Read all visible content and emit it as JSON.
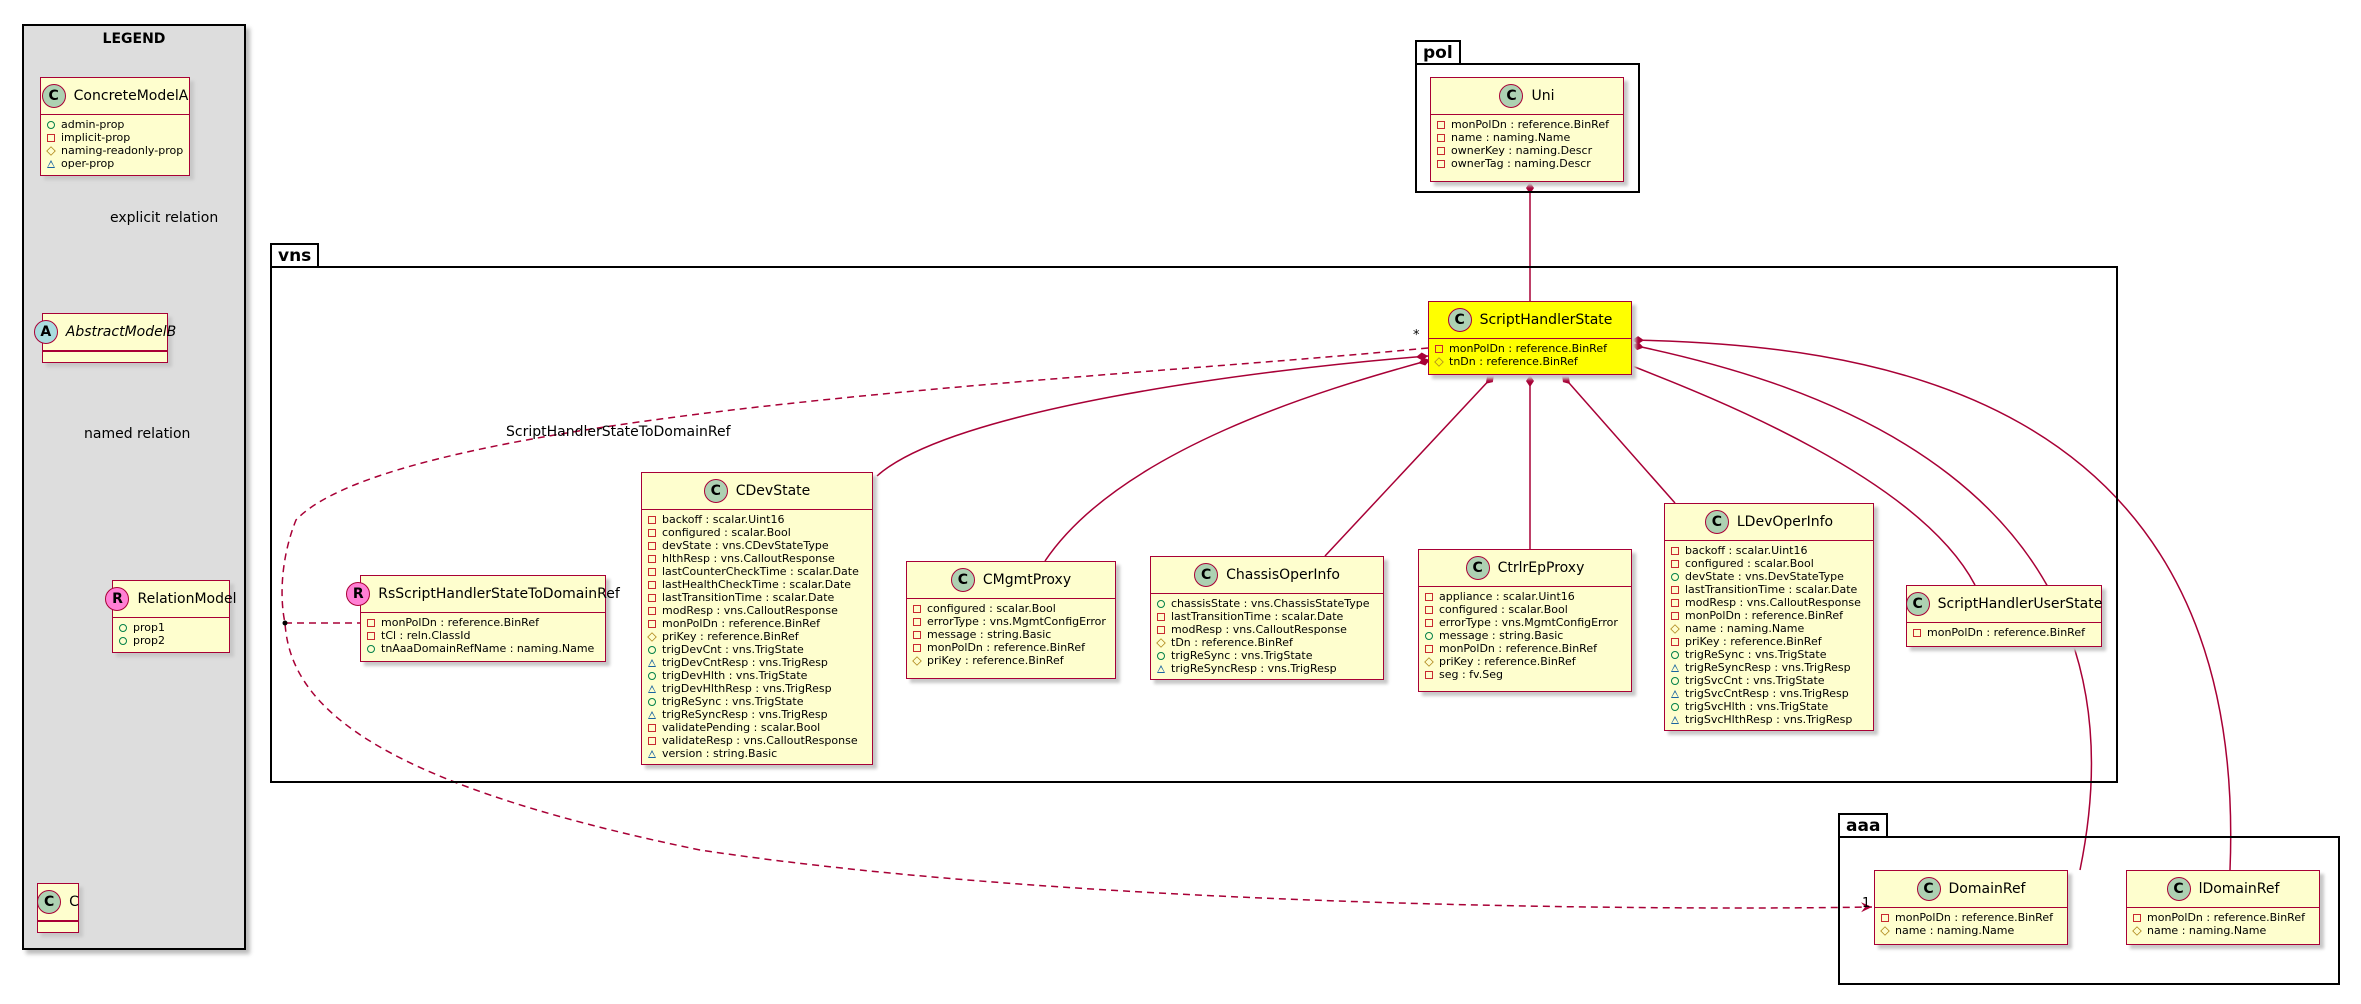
{
  "legend": {
    "title": "LEGEND",
    "relation_explicit": "explicit relation",
    "relation_named": "named relation",
    "classes": {
      "concrete": {
        "name": "ConcreteModelA",
        "attrs": [
          {
            "vis": "public",
            "text": "admin-prop"
          },
          {
            "vis": "private",
            "text": "implicit-prop"
          },
          {
            "vis": "protected",
            "text": "naming-readonly-prop"
          },
          {
            "vis": "package",
            "text": "oper-prop"
          }
        ]
      },
      "abstract": {
        "name": "AbstractModelB"
      },
      "relation": {
        "name": "RelationModel",
        "attrs": [
          {
            "vis": "public",
            "text": "prop1"
          },
          {
            "vis": "public",
            "text": "prop2"
          }
        ]
      },
      "c": {
        "name": "C"
      }
    }
  },
  "packages": {
    "pol": "pol",
    "vns": "vns",
    "aaa": "aaa"
  },
  "classes": {
    "uni": {
      "name": "Uni",
      "attrs": [
        {
          "vis": "private",
          "text": "monPolDn : reference.BinRef"
        },
        {
          "vis": "private",
          "text": "name : naming.Name"
        },
        {
          "vis": "private",
          "text": "ownerKey : naming.Descr"
        },
        {
          "vis": "private",
          "text": "ownerTag : naming.Descr"
        }
      ]
    },
    "scriptHandlerState": {
      "name": "ScriptHandlerState",
      "attrs": [
        {
          "vis": "private",
          "text": "monPolDn : reference.BinRef"
        },
        {
          "vis": "protected",
          "text": "tnDn : reference.BinRef"
        }
      ]
    },
    "cDevState": {
      "name": "CDevState",
      "attrs": [
        {
          "vis": "private",
          "text": "backoff : scalar.Uint16"
        },
        {
          "vis": "private",
          "text": "configured : scalar.Bool"
        },
        {
          "vis": "private",
          "text": "devState : vns.CDevStateType"
        },
        {
          "vis": "private",
          "text": "hlthResp : vns.CalloutResponse"
        },
        {
          "vis": "private",
          "text": "lastCounterCheckTime : scalar.Date"
        },
        {
          "vis": "private",
          "text": "lastHealthCheckTime : scalar.Date"
        },
        {
          "vis": "private",
          "text": "lastTransitionTime : scalar.Date"
        },
        {
          "vis": "private",
          "text": "modResp : vns.CalloutResponse"
        },
        {
          "vis": "private",
          "text": "monPolDn : reference.BinRef"
        },
        {
          "vis": "protected",
          "text": "priKey : reference.BinRef"
        },
        {
          "vis": "public",
          "text": "trigDevCnt : vns.TrigState"
        },
        {
          "vis": "package",
          "text": "trigDevCntResp : vns.TrigResp"
        },
        {
          "vis": "public",
          "text": "trigDevHlth : vns.TrigState"
        },
        {
          "vis": "package",
          "text": "trigDevHlthResp : vns.TrigResp"
        },
        {
          "vis": "public",
          "text": "trigReSync : vns.TrigState"
        },
        {
          "vis": "package",
          "text": "trigReSyncResp : vns.TrigResp"
        },
        {
          "vis": "private",
          "text": "validatePending : scalar.Bool"
        },
        {
          "vis": "private",
          "text": "validateResp : vns.CalloutResponse"
        },
        {
          "vis": "package",
          "text": "version : string.Basic"
        }
      ]
    },
    "cMgmtProxy": {
      "name": "CMgmtProxy",
      "attrs": [
        {
          "vis": "private",
          "text": "configured : scalar.Bool"
        },
        {
          "vis": "private",
          "text": "errorType : vns.MgmtConfigError"
        },
        {
          "vis": "private",
          "text": "message : string.Basic"
        },
        {
          "vis": "private",
          "text": "monPolDn : reference.BinRef"
        },
        {
          "vis": "protected",
          "text": "priKey : reference.BinRef"
        }
      ]
    },
    "chassisOperInfo": {
      "name": "ChassisOperInfo",
      "attrs": [
        {
          "vis": "public",
          "text": "chassisState : vns.ChassisStateType"
        },
        {
          "vis": "private",
          "text": "lastTransitionTime : scalar.Date"
        },
        {
          "vis": "private",
          "text": "modResp : vns.CalloutResponse"
        },
        {
          "vis": "protected",
          "text": "tDn : reference.BinRef"
        },
        {
          "vis": "public",
          "text": "trigReSync : vns.TrigState"
        },
        {
          "vis": "package",
          "text": "trigReSyncResp : vns.TrigResp"
        }
      ]
    },
    "ctrlrEpProxy": {
      "name": "CtrlrEpProxy",
      "attrs": [
        {
          "vis": "private",
          "text": "appliance : scalar.Uint16"
        },
        {
          "vis": "private",
          "text": "configured : scalar.Bool"
        },
        {
          "vis": "private",
          "text": "errorType : vns.MgmtConfigError"
        },
        {
          "vis": "public",
          "text": "message : string.Basic"
        },
        {
          "vis": "private",
          "text": "monPolDn : reference.BinRef"
        },
        {
          "vis": "protected",
          "text": "priKey : reference.BinRef"
        },
        {
          "vis": "private",
          "text": "seg : fv.Seg"
        }
      ]
    },
    "lDevOperInfo": {
      "name": "LDevOperInfo",
      "attrs": [
        {
          "vis": "private",
          "text": "backoff : scalar.Uint16"
        },
        {
          "vis": "private",
          "text": "configured : scalar.Bool"
        },
        {
          "vis": "public",
          "text": "devState : vns.DevStateType"
        },
        {
          "vis": "private",
          "text": "lastTransitionTime : scalar.Date"
        },
        {
          "vis": "private",
          "text": "modResp : vns.CalloutResponse"
        },
        {
          "vis": "private",
          "text": "monPolDn : reference.BinRef"
        },
        {
          "vis": "protected",
          "text": "name : naming.Name"
        },
        {
          "vis": "private",
          "text": "priKey : reference.BinRef"
        },
        {
          "vis": "public",
          "text": "trigReSync : vns.TrigState"
        },
        {
          "vis": "package",
          "text": "trigReSyncResp : vns.TrigResp"
        },
        {
          "vis": "public",
          "text": "trigSvcCnt : vns.TrigState"
        },
        {
          "vis": "package",
          "text": "trigSvcCntResp : vns.TrigResp"
        },
        {
          "vis": "public",
          "text": "trigSvcHlth : vns.TrigState"
        },
        {
          "vis": "package",
          "text": "trigSvcHlthResp : vns.TrigResp"
        }
      ]
    },
    "scriptHandlerUserState": {
      "name": "ScriptHandlerUserState",
      "attrs": [
        {
          "vis": "private",
          "text": "monPolDn : reference.BinRef"
        }
      ]
    },
    "rsScriptHandlerStateToDomainRef": {
      "name": "RsScriptHandlerStateToDomainRef",
      "attrs": [
        {
          "vis": "private",
          "text": "monPolDn : reference.BinRef"
        },
        {
          "vis": "private",
          "text": "tCl : reln.ClassId"
        },
        {
          "vis": "public",
          "text": "tnAaaDomainRefName : naming.Name"
        }
      ]
    },
    "domainRef": {
      "name": "DomainRef",
      "attrs": [
        {
          "vis": "private",
          "text": "monPolDn : reference.BinRef"
        },
        {
          "vis": "protected",
          "text": "name : naming.Name"
        }
      ]
    },
    "lDomainRef": {
      "name": "lDomainRef",
      "attrs": [
        {
          "vis": "private",
          "text": "monPolDn : reference.BinRef"
        },
        {
          "vis": "protected",
          "text": "name : naming.Name"
        }
      ]
    }
  },
  "relations": {
    "named": "ScriptHandlerStateToDomainRef",
    "source_multiplicity": "*",
    "target_multiplicity": "1"
  },
  "colors": {
    "border": "#a80036",
    "class_fill": "#fefece",
    "highlight": "#ffff00",
    "legend_bg": "#dddddd"
  }
}
